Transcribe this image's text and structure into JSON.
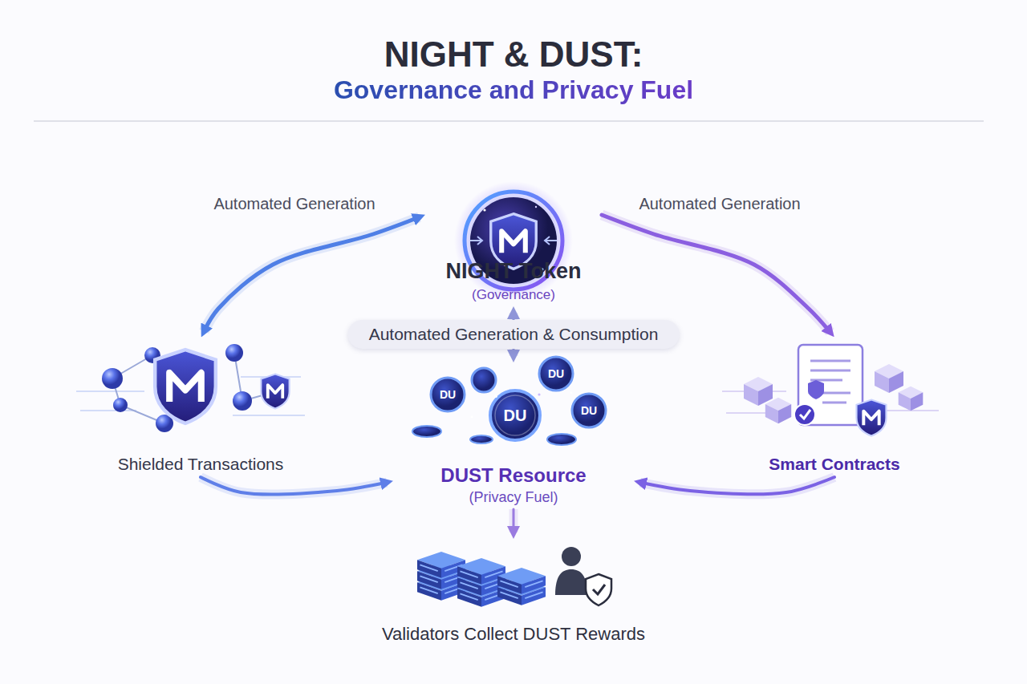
{
  "diagram": {
    "title": "NIGHT & DUST:",
    "nodes": [
      {
        "text": [
          "NIGHT Token",
          "(Governance)"
        ]
      },
      {
        "text": [
          "Shielded Transactions"
        ]
      },
      {
        "text": [
          "Smart Contracts"
        ]
      },
      {
        "text": [
          "DUST Resource",
          "(Privacy Fuel)"
        ]
      },
      {
        "text": [
          "Validators Collect DUST Rewards"
        ]
      }
    ],
    "edges": [
      {
        "from": 0,
        "to": 1,
        "label": "Automated Generation",
        "arrow": "both"
      },
      {
        "from": 0,
        "to": 2,
        "label": "Automated Generation",
        "arrow": "to"
      },
      {
        "from": 0,
        "to": 3,
        "label": "Automated Generation & Consumption",
        "arrow": "both"
      },
      {
        "from": 1,
        "to": 3,
        "arrow": "to"
      },
      {
        "from": 2,
        "to": 3,
        "arrow": "to"
      },
      {
        "from": 3,
        "to": 4,
        "arrow": "to"
      }
    ],
    "labels": [
      "Governance and Privacy Fuel",
      "DU",
      "DU",
      "DU",
      "DU"
    ]
  }
}
